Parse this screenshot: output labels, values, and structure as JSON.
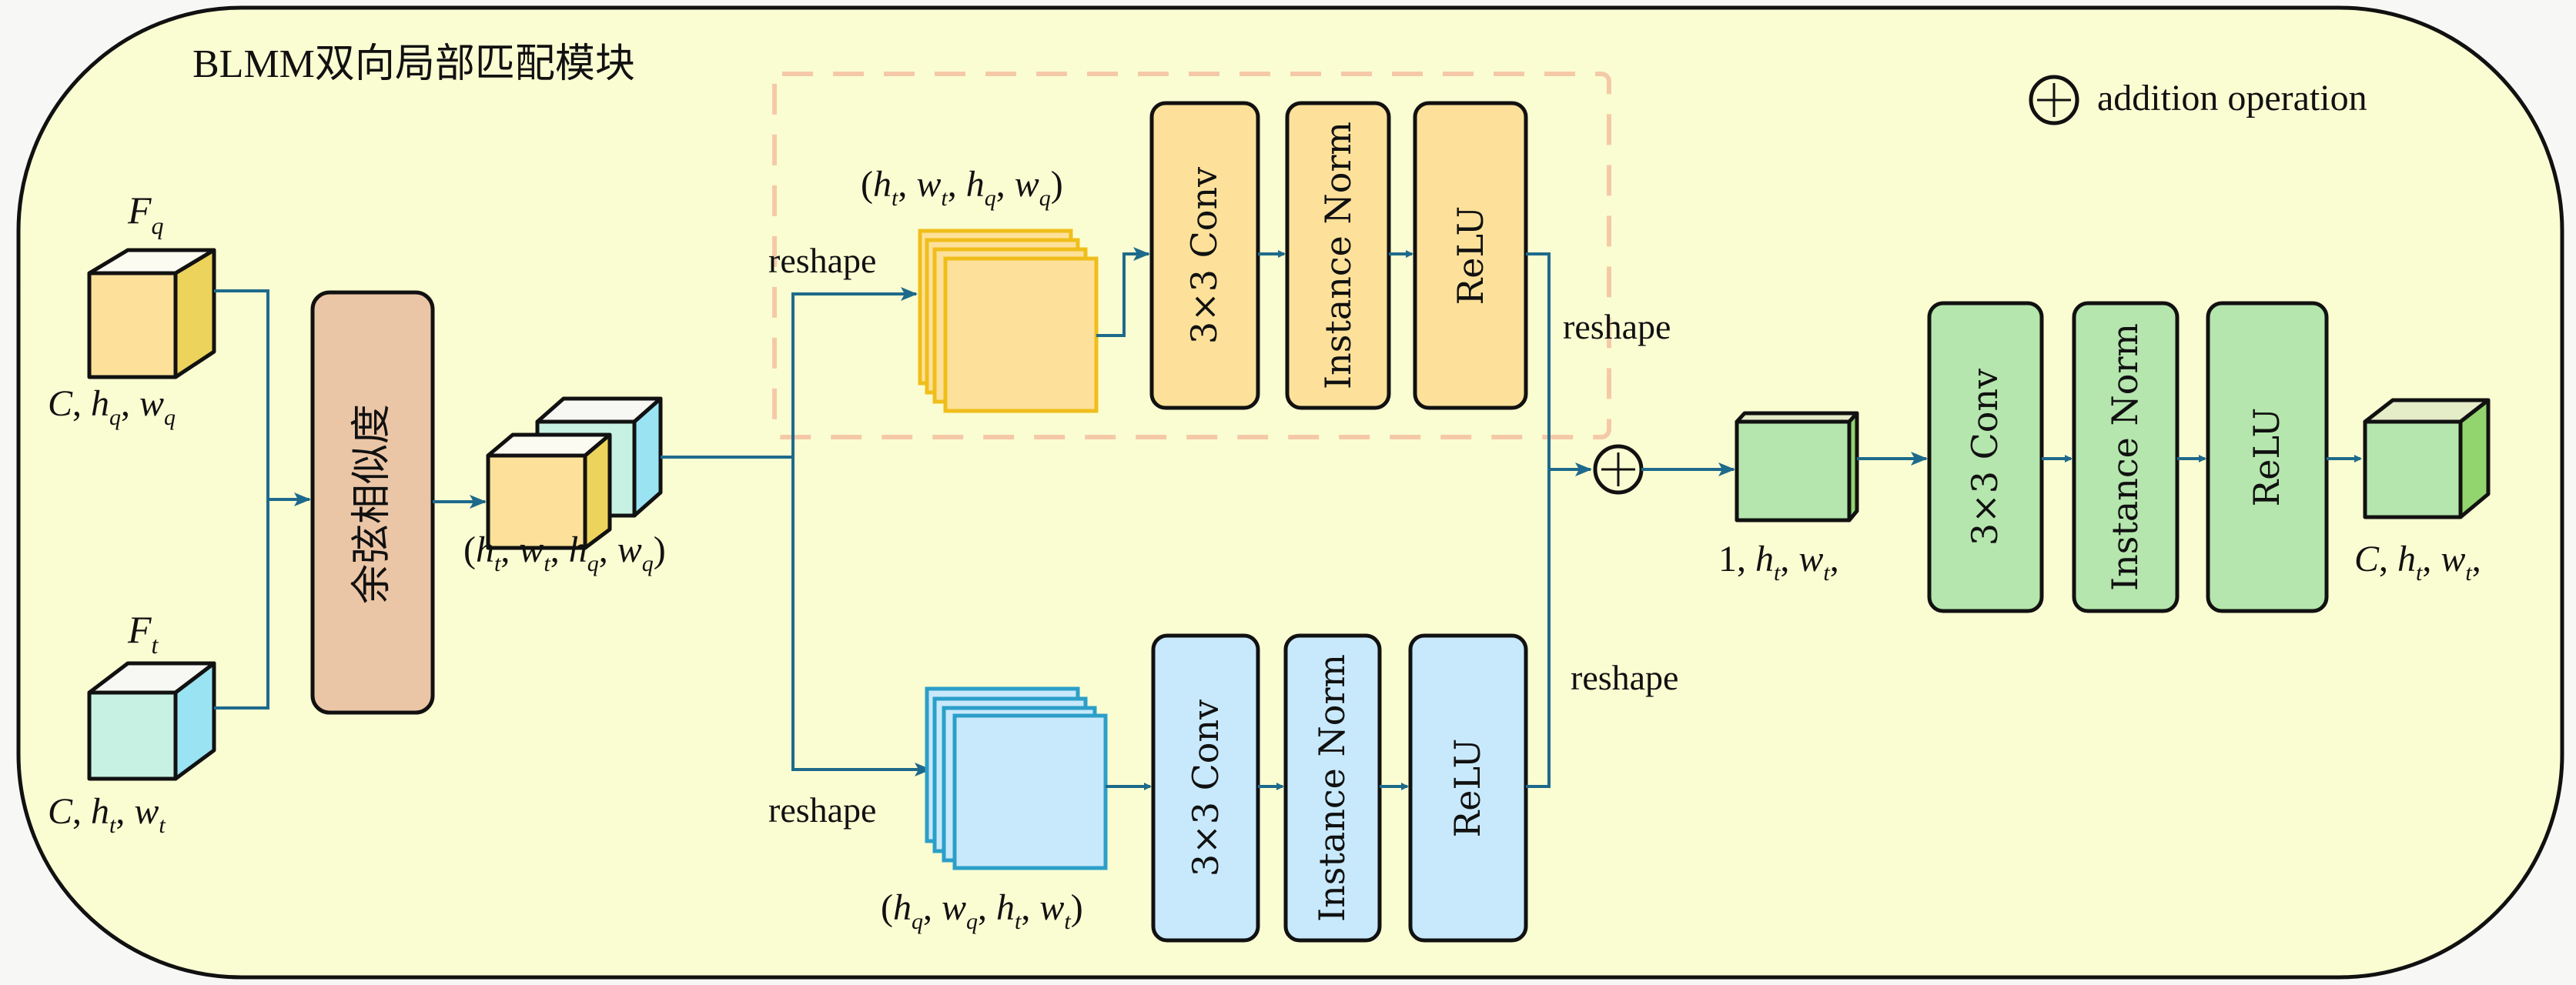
{
  "title": "BLMM双向局部匹配模块",
  "legend": {
    "symbol": "+",
    "label": "addition operation"
  },
  "colors": {
    "background": "#fafdd2",
    "outer_border": "#111111",
    "wire": "#1e6a8c",
    "orange_fill": "#fde19a",
    "orange_side": "#ecd35b",
    "cyan_fill": "#c7f1e3",
    "cyan_side": "#9ae3f3",
    "blue_fill": "#c8e9fb",
    "blue_stroke": "#2b9fc9",
    "green_fill": "#b5e6ad",
    "green_side": "#92d56f",
    "salmon_fill": "#ebc6a6",
    "dashed_box": "#f5c9a8",
    "stack_stroke": "#f0be1b"
  },
  "inputs": {
    "fq": {
      "name": "F",
      "sub": "q",
      "dims": [
        "C",
        "h_q",
        "w_q"
      ]
    },
    "ft": {
      "name": "F",
      "sub": "t",
      "dims": [
        "C",
        "h_t",
        "w_t"
      ]
    }
  },
  "cosine_block": {
    "label": "余弦相似度"
  },
  "correlation": {
    "label": "(h_t, w_t, h_q, w_q)"
  },
  "top_branch": {
    "reshape_in": "reshape",
    "shape_label": "(h_t, w_t, h_q, w_q)",
    "blocks": [
      "3×3 Conv",
      "Instance Norm",
      "ReLU"
    ],
    "reshape_out": "reshape"
  },
  "bottom_branch": {
    "reshape_in": "reshape",
    "shape_label": "(h_q, w_q, h_t, w_t)",
    "blocks": [
      "3×3 Conv",
      "Instance Norm",
      "ReLU"
    ],
    "reshape_out": "reshape"
  },
  "merge": {
    "symbol": "+",
    "output_label": "1, h_t, w_t,"
  },
  "final_branch": {
    "blocks": [
      "3×3 Conv",
      "Instance Norm",
      "ReLU"
    ],
    "output_label": "C, h_t, w_t,"
  }
}
